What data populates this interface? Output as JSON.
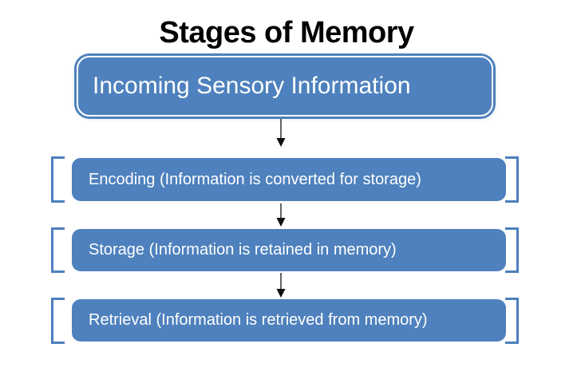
{
  "title": "Stages of Memory",
  "stages": [
    {
      "id": "incoming-sensory",
      "label": "Incoming Sensory Information",
      "shape": "rounded-box-double-border"
    },
    {
      "id": "encoding",
      "label": "Encoding (Information is converted for storage)",
      "shape": "bracketed-box"
    },
    {
      "id": "storage",
      "label": "Storage (Information is retained in memory)",
      "shape": "bracketed-box"
    },
    {
      "id": "retrieval",
      "label": "Retrieval (Information is retrieved from memory)",
      "shape": "bracketed-box"
    }
  ],
  "connectors": [
    {
      "from": "incoming-sensory",
      "to": "encoding",
      "type": "down-arrow"
    },
    {
      "from": "encoding",
      "to": "storage",
      "type": "down-arrow"
    },
    {
      "from": "storage",
      "to": "retrieval",
      "type": "down-arrow"
    }
  ],
  "colors": {
    "background": "#FFFFFF",
    "box_fill": "#4E81BD",
    "box_text": "#FFFFFF",
    "box_inner_border": "#FFFFFF",
    "bracket_stroke": "#4D80BC",
    "arrow_line": "#3D3D3D",
    "arrow_head": "#0F0F0F",
    "title_text": "#000000"
  }
}
